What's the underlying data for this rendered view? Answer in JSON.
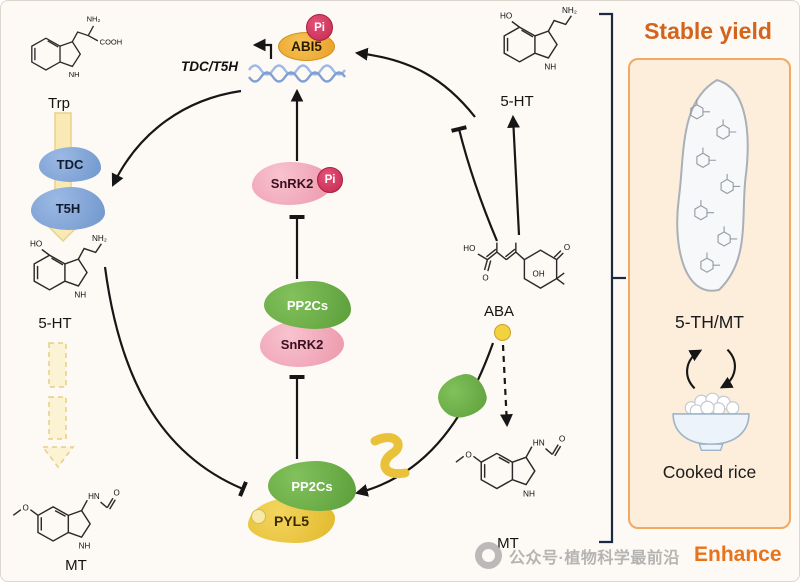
{
  "colors": {
    "accent_orange": "#d3641c",
    "enzyme_blue": "#7d9fd2",
    "abi5_yellow": "#eea626",
    "pi_red": "#c42a4e",
    "snrk2_pink": "#ec96a9",
    "pp2cs_green": "#5a9e39",
    "pyl5_yellow": "#e2b82a",
    "panel_bg": "#fdeddb",
    "panel_border": "#f1a964"
  },
  "molecules": {
    "trp": "Trp",
    "ht5_left": "5-HT",
    "mt_left": "MT",
    "ht5_right": "5-HT",
    "aba": "ABA",
    "mt_right": "MT"
  },
  "enzymes": {
    "tdc": "TDC",
    "t5h": "T5H",
    "abi5": "ABI5",
    "pi": "Pi",
    "snrk2_active": "SnRK2",
    "pp2cs_mid": "PP2Cs",
    "snrk2_bound": "SnRK2",
    "pp2cs_bottom": "PP2Cs",
    "pyl5": "PYL5"
  },
  "gene": {
    "label": "TDC/T5H"
  },
  "chem_labels": {
    "nh2": "NH₂",
    "cooh": "COOH",
    "ho": "HO",
    "oh": "OH",
    "nh": "NH",
    "hn": "HN",
    "o": "O"
  },
  "panel": {
    "title": "Stable yield",
    "product": "5-TH/MT",
    "food": "Cooked rice",
    "effect": "Enhance"
  },
  "watermark": "公众号·植物科学最前沿"
}
